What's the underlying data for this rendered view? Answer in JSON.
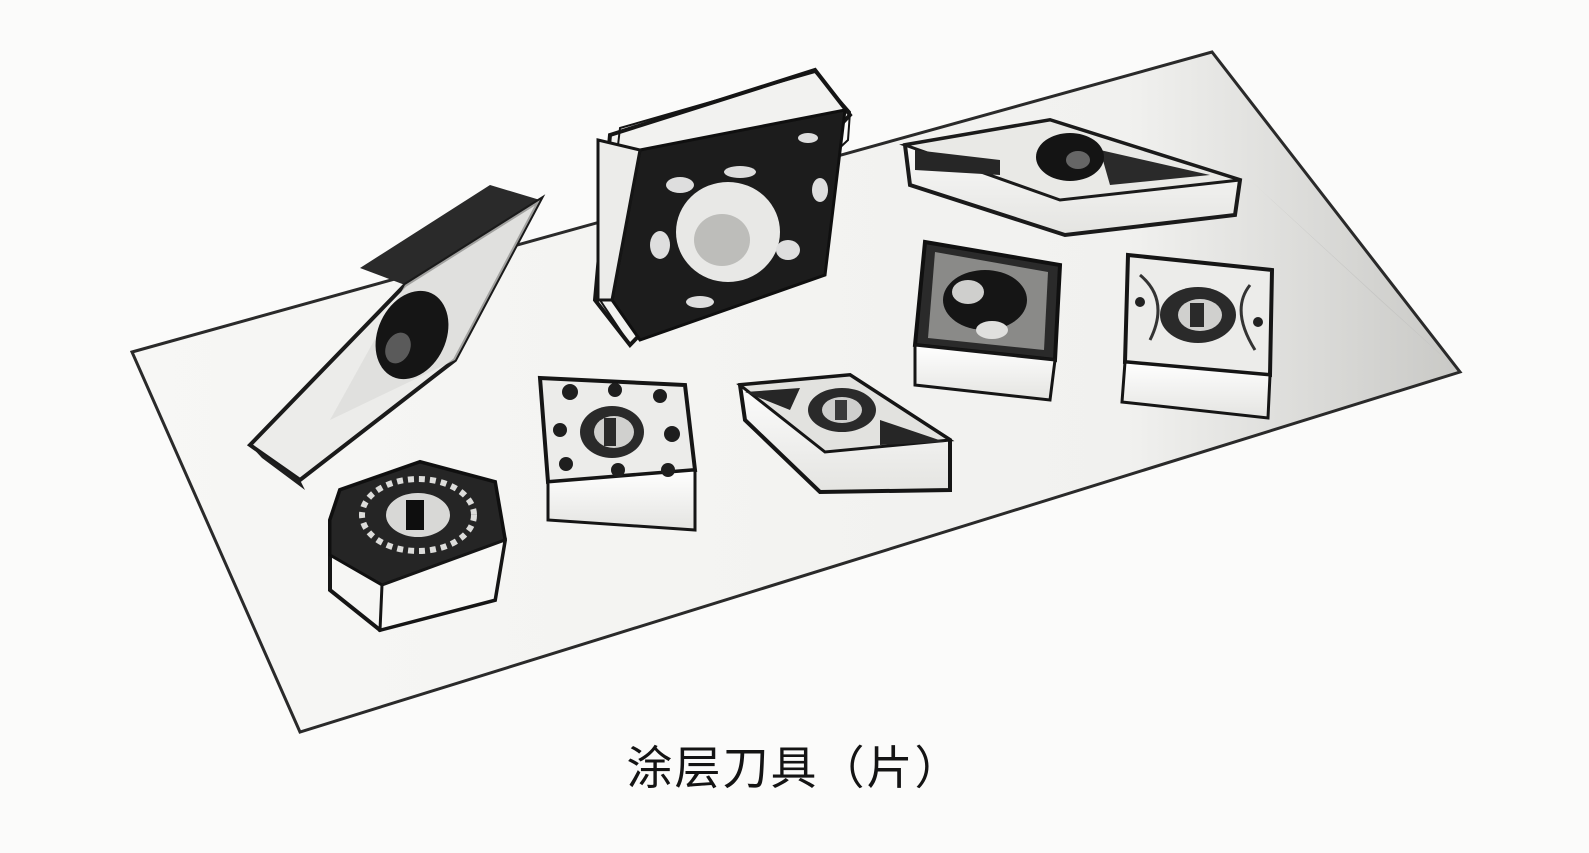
{
  "caption": "涂层刀具（片）",
  "colors": {
    "background": "#fbfbfa",
    "plate": "#f4f4f2",
    "insert_dark": "#1c1c1c",
    "insert_face": "#ececea",
    "insert_side": "#f6f6f4"
  },
  "objects": {
    "plate": "white-base-plate",
    "inserts": [
      "rhombic-insert-left",
      "square-insert-large-dark",
      "triangular-insert-top-right",
      "hexagonal-insert",
      "square-insert-small",
      "rhombic-insert-center",
      "square-insert-dark-face",
      "square-insert-right"
    ]
  }
}
